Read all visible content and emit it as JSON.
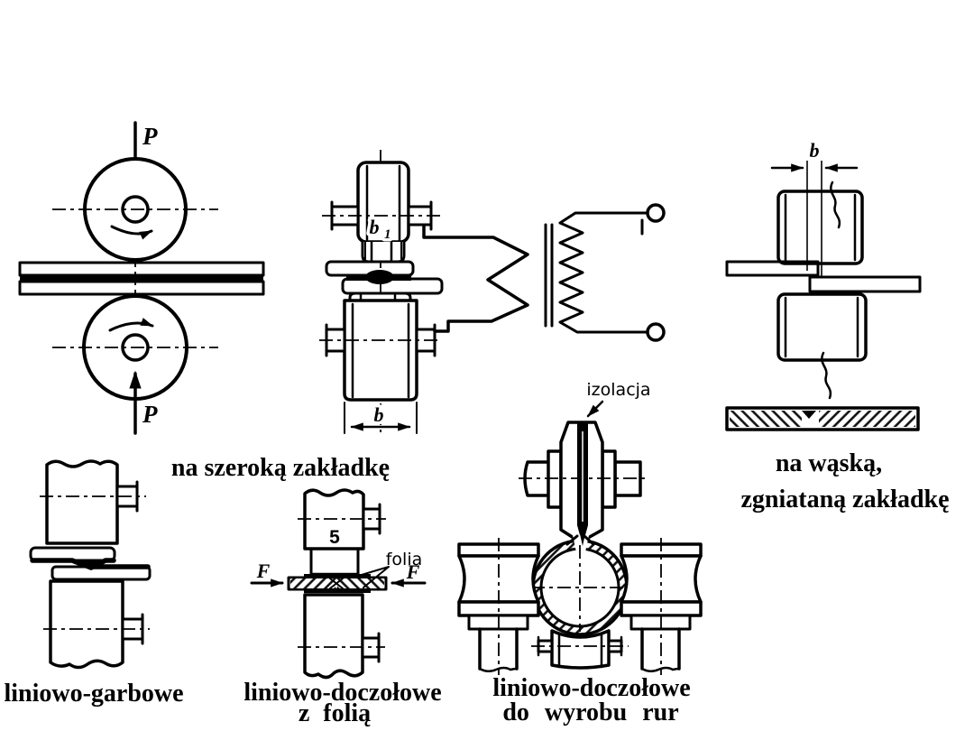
{
  "colors": {
    "background": "#ffffff",
    "ink": "#000000"
  },
  "panels": {
    "seam_rollers": {
      "force_top": "P",
      "force_bottom": "P"
    },
    "wide_lap": {
      "caption": "na szeroką zakładkę",
      "tip_width_base": "b",
      "tip_width_sub": "1",
      "wheel_width": "b"
    },
    "narrow_lap": {
      "caption_line1": "na wąską,",
      "caption_line2": "zgniataną zakładkę",
      "lap_width": "b"
    },
    "projection": {
      "caption": "liniowo-garbowe"
    },
    "foil": {
      "caption_line1": "liniowo-doczołowe",
      "caption_line2": "z folią",
      "wheel_number": "5",
      "foil_label": "folia",
      "force_left": "F",
      "force_right": "F"
    },
    "tube": {
      "caption_line1": "liniowo-doczołowe",
      "caption_line2": "do wyrobu rur",
      "insulation_label": "izolacja"
    }
  }
}
